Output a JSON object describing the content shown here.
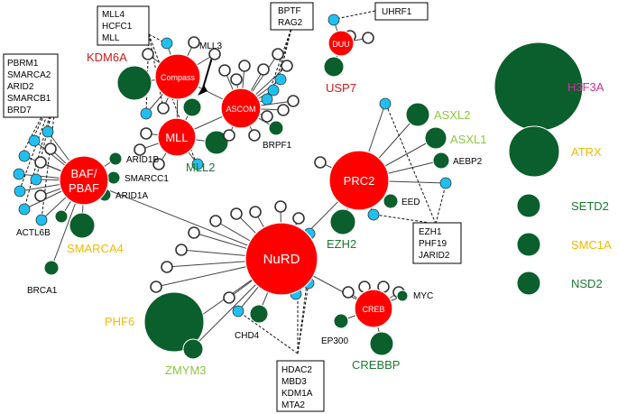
{
  "hubs": {
    "baf": {
      "line1": "BAF/",
      "line2": "PBAF"
    },
    "compass": "Compass",
    "mll": "MLL",
    "ascom": "ASCOM",
    "duu": "DUU",
    "prc2": "PRC2",
    "nurd": "NuRD",
    "creb": "CREB"
  },
  "labels": {
    "kdm6a": "KDM6A",
    "mll3": "MLL3",
    "usp7": "USP7",
    "mll2": "MLL2",
    "brpf1": "BRPF1",
    "arid1b": "ARID1B",
    "smarcc1": "SMARCC1",
    "arid1a": "ARID1A",
    "actl6b": "ACTL6B",
    "smarca4": "SMARCA4",
    "brca1": "BRCA1",
    "asxl2": "ASXL2",
    "asxl1": "ASXL1",
    "aebp2": "AEBP2",
    "eed": "EED",
    "ezh2": "EZH2",
    "phf6": "PHF6",
    "zmym3": "ZMYM3",
    "chd4": "CHD4",
    "myc": "MYC",
    "ep300": "EP300",
    "crebbp": "CREBBP"
  },
  "boxes": {
    "baf": [
      "PBRM1",
      "SMARCA2",
      "ARID2",
      "SMARCB1",
      "BRD7"
    ],
    "mll": [
      "MLL4",
      "HCFC1",
      "MLL"
    ],
    "ascom": [
      "BPTF",
      "RAG2"
    ],
    "duu": [
      "UHRF1"
    ],
    "prc2": [
      "EZH1",
      "PHF19",
      "JARID2"
    ],
    "nurd": [
      "HDAC2",
      "MBD3",
      "KDM1A",
      "MTA2"
    ]
  },
  "legend": [
    {
      "label": "H3F3A",
      "color": "#d62d9c"
    },
    {
      "label": "ATRX",
      "color": "#f5b800"
    },
    {
      "label": "SETD2",
      "color": "#1a7a2e"
    },
    {
      "label": "SMC1A",
      "color": "#f5b800"
    },
    {
      "label": "NSD2",
      "color": "#1a7a2e"
    }
  ],
  "colors": {
    "hub": "#ff0000",
    "mutated_gene": "#0a5f2c",
    "associated_gene": "#1fc0ef",
    "other_member": "#ffffff"
  }
}
